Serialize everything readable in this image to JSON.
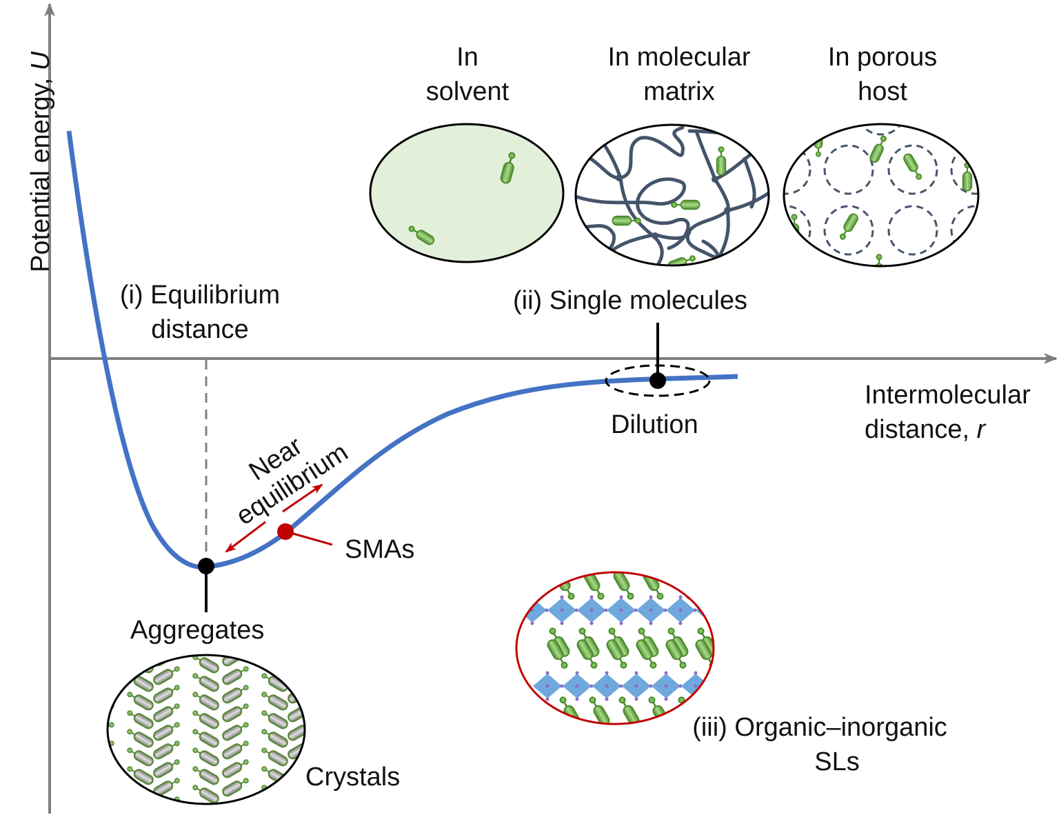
{
  "axes": {
    "y_label": "Potential energy, ",
    "y_label_italic": "U",
    "x_label_line1": "Intermolecular",
    "x_label_line2": "distance, ",
    "x_label_italic": "r"
  },
  "curve": {
    "type": "potential-energy-curve",
    "color": "#4472c4"
  },
  "annotations": {
    "equilibrium_line1": "(i) Equilibrium",
    "equilibrium_line2": "distance",
    "single_molecules": "(ii) Single molecules",
    "dilution": "Dilution",
    "near_line1": "Near",
    "near_line2": "equilibrium",
    "smas": "SMAs",
    "aggregates": "Aggregates",
    "crystals": "Crystals",
    "sls_line1": "(iii) Organic–inorganic",
    "sls_line2": "SLs"
  },
  "insets": [
    {
      "line1": "In",
      "line2": "solvent"
    },
    {
      "line1": "In molecular",
      "line2": "matrix"
    },
    {
      "line1": "In porous",
      "line2": "host"
    }
  ],
  "colors": {
    "axis": "#7f7f7f",
    "curve": "#4472c4",
    "sma": "#c00000",
    "solvent_fill": "#e2efd9",
    "molecule": "#5a9a3a",
    "polymer": "#44546a",
    "octahedra": "#6fa8dc",
    "sl_border": "#c00000"
  }
}
